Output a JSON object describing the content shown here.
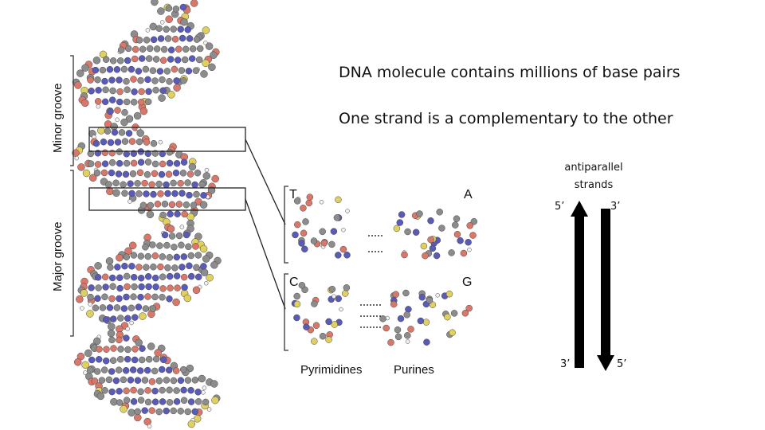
{
  "text": {
    "line1": "DNA molecule contains millions of base pairs",
    "line2": "One strand is a complementary to the other"
  },
  "helix_figure": {
    "minor_groove": "Minor groove",
    "major_groove": "Major groove",
    "base_T": "T",
    "base_A": "A",
    "base_C": "C",
    "base_G": "G",
    "pyrimidines": "Pyrimidines",
    "purines": "Purines",
    "atom_colors": {
      "carbon": "#8c8c8c",
      "nitrogen": "#5a5ab8",
      "oxygen": "#d9786a",
      "phosphorus": "#e0d060",
      "hydrogen": "#f2f2f2"
    }
  },
  "strands": {
    "label": "antiparallel strands",
    "left_top": "5’",
    "right_top": "3’",
    "left_bottom": "3’",
    "right_bottom": "5’"
  }
}
